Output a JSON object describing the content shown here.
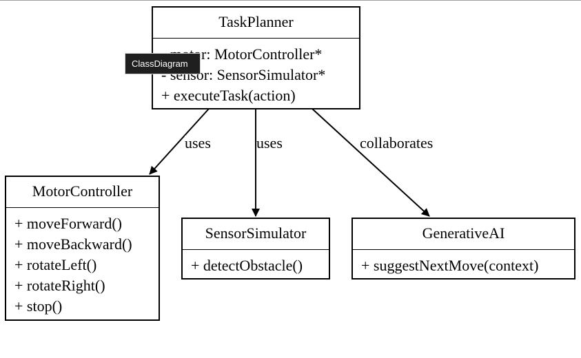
{
  "classes": {
    "task_planner": {
      "name": "TaskPlanner",
      "members": [
        "- motor: MotorController*",
        "- sensor: SensorSimulator*",
        "+ executeTask(action)"
      ]
    },
    "motor_controller": {
      "name": "MotorController",
      "members": [
        "+ moveForward()",
        "+ moveBackward()",
        "+ rotateLeft()",
        "+ rotateRight()",
        "+ stop()"
      ]
    },
    "sensor_simulator": {
      "name": "SensorSimulator",
      "members": [
        "+ detectObstacle()"
      ]
    },
    "generative_ai": {
      "name": "GenerativeAI",
      "members": [
        "+ suggestNextMove(context)"
      ]
    }
  },
  "relations": [
    {
      "from": "TaskPlanner",
      "to": "MotorController",
      "label": "uses"
    },
    {
      "from": "TaskPlanner",
      "to": "SensorSimulator",
      "label": "uses"
    },
    {
      "from": "TaskPlanner",
      "to": "GenerativeAI",
      "label": "collaborates"
    }
  ],
  "tooltip": {
    "text": "ClassDiagram"
  }
}
